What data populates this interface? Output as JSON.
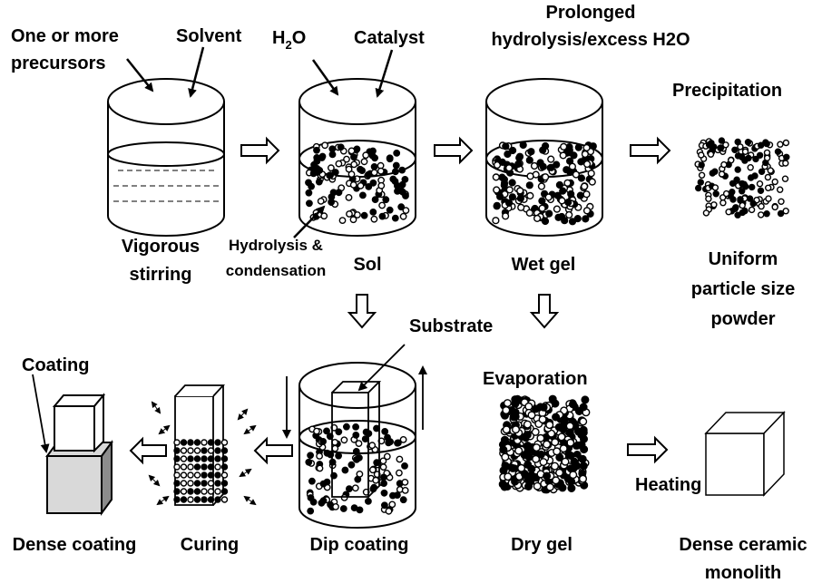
{
  "labels": {
    "precursors_line1": "One or more",
    "precursors_line2": "precursors",
    "solvent": "Solvent",
    "water": "H",
    "water_sub": "2",
    "water_o": "O",
    "catalyst": "Catalyst",
    "prolonged_line1": "Prolonged",
    "prolonged_line2": "hydrolysis/excess H2O",
    "precipitation": "Precipitation",
    "vigorous_line1": "Vigorous",
    "vigorous_line2": "stirring",
    "hydrolysis_line1": "Hydrolysis &",
    "hydrolysis_line2": "condensation",
    "sol": "Sol",
    "wet_gel": "Wet gel",
    "uniform_line1": "Uniform",
    "uniform_line2": "particle size",
    "uniform_line3": "powder",
    "substrate": "Substrate",
    "evaporation": "Evaporation",
    "coating": "Coating",
    "heating": "Heating",
    "dense_coating": "Dense coating",
    "curing": "Curing",
    "dip_coating": "Dip coating",
    "dry_gel": "Dry gel",
    "dense_ceramic_line1": "Dense ceramic",
    "dense_ceramic_line2": "monolith"
  },
  "colors": {
    "stroke": "#000000",
    "background": "#ffffff",
    "dense_block": "#d9d9d9"
  }
}
